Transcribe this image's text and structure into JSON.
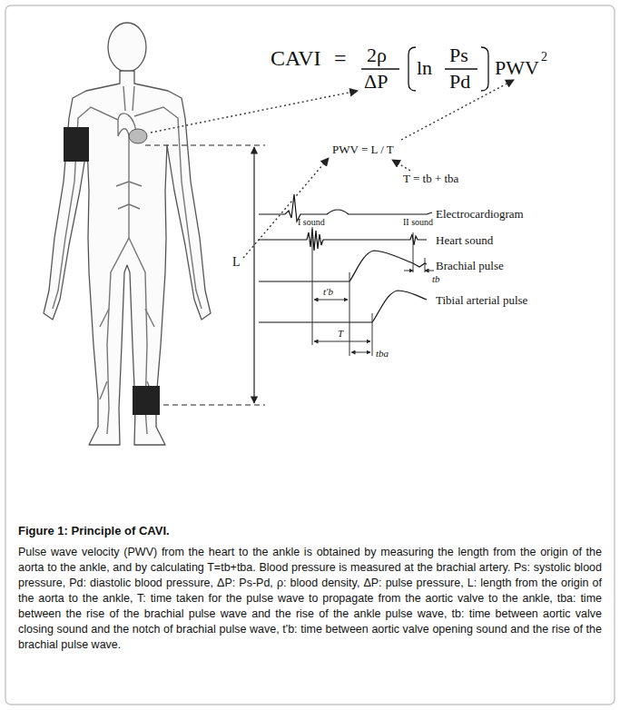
{
  "diagram": {
    "caption": "Figure 1: Principle of CAVI.",
    "labels": [
      "CAVI",
      "=",
      "2ρ",
      "ΔP",
      "ln",
      "Ps",
      "Pd",
      "PWV",
      "2",
      "PWV = L / T",
      "T = tb + tba",
      "L",
      "Electrocardiogram",
      "I sound",
      "II sound",
      "Heart sound",
      "Brachial pulse",
      "Tibial arterial pulse",
      "t'b",
      "tb",
      "T",
      "tba",
      "Pulse wave velocity (PWV) from the heart to the ankle is obtained by measuring the length from the origin of the aorta to the ankle, and by calculating T=tb+tba. Blood pressure is measured at the brachial artery. Ps: systolic blood pressure, Pd: diastolic blood pressure, ΔP: Ps-Pd, ρ: blood density, ΔP: pulse pressure, L: length from the origin of the aorta to the ankle, T: time taken for the pulse wave to propagate from the aortic valve to the ankle, tba: time between the rise of the brachial pulse wave and the rise of the ankle pulse wave, tb: time between aortic valve closing sound and the notch of brachial pulse wave, t'b: time between aortic valve opening sound and the rise of the brachial pulse wave."
    ]
  }
}
